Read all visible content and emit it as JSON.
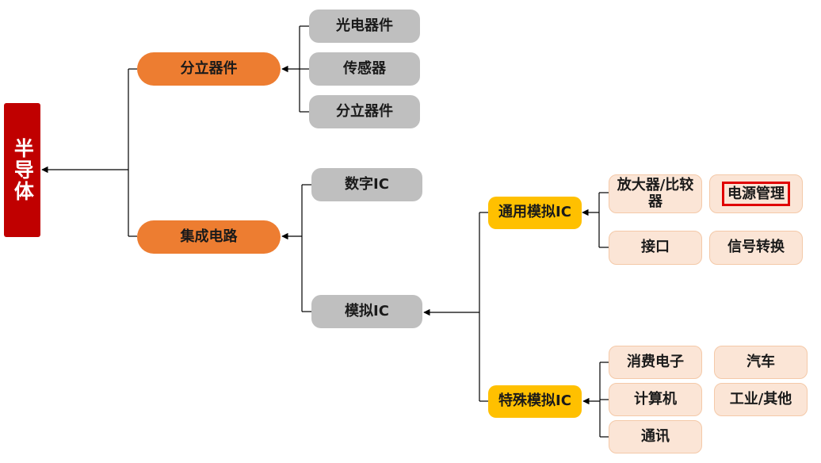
{
  "root": {
    "label": "半导体"
  },
  "level1": {
    "discrete": "分立器件",
    "ic": "集成电路"
  },
  "discrete_children": [
    "光电器件",
    "传感器",
    "分立器件"
  ],
  "ic_children": {
    "digital": "数字IC",
    "analog": "模拟IC"
  },
  "analog_children": {
    "general": "通用模拟IC",
    "special": "特殊模拟IC"
  },
  "general_children": {
    "amp": "放大器/比较器",
    "power": "电源管理",
    "interface": "接口",
    "signal": "信号转换"
  },
  "special_children": {
    "consumer": "消费电子",
    "auto": "汽车",
    "computer": "计算机",
    "industrial": "工业/其他",
    "comm": "通讯"
  },
  "colors": {
    "root": "#c00000",
    "level1": "#ed7d31",
    "level2": "#bfbfbf",
    "level3": "#ffc000",
    "level4": "#fbe5d6",
    "highlight_border": "#e00000"
  }
}
